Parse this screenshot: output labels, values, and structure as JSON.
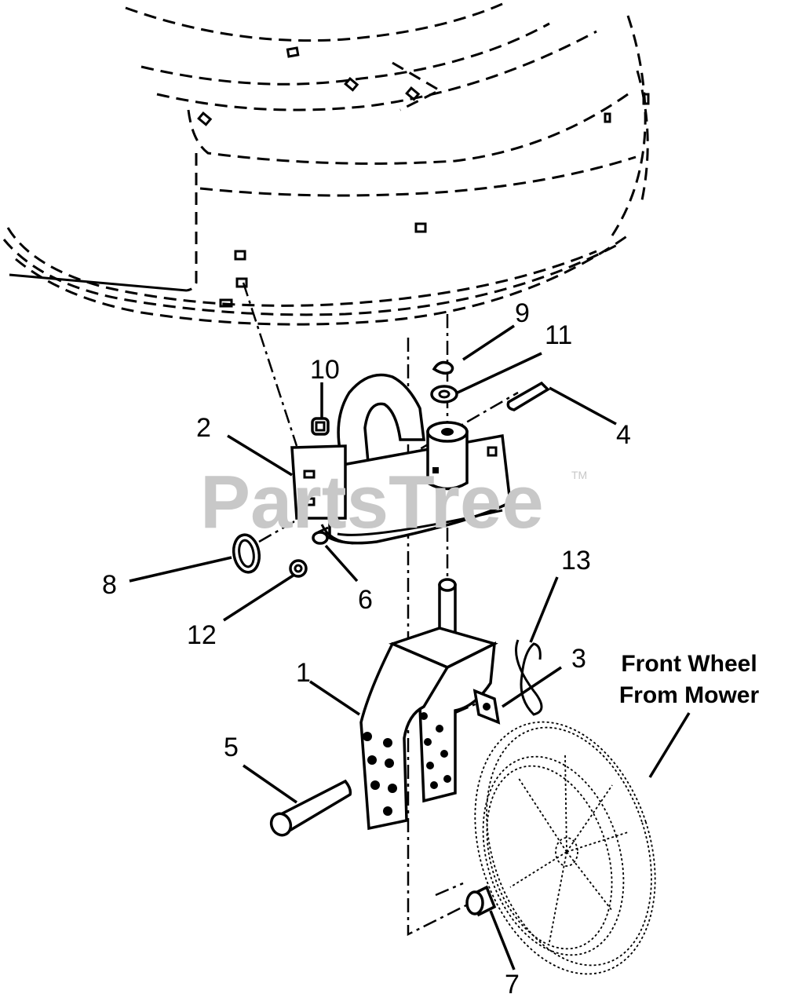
{
  "watermark": {
    "text": "PartsTree",
    "tm": "TM"
  },
  "callouts": {
    "c1": "1",
    "c2": "2",
    "c3": "3",
    "c4": "4",
    "c5": "5",
    "c6": "6",
    "c7": "7",
    "c8": "8",
    "c9": "9",
    "c10": "10",
    "c11": "11",
    "c12": "12",
    "c13": "13"
  },
  "note": {
    "line1": "Front Wheel",
    "line2": "From Mower"
  }
}
